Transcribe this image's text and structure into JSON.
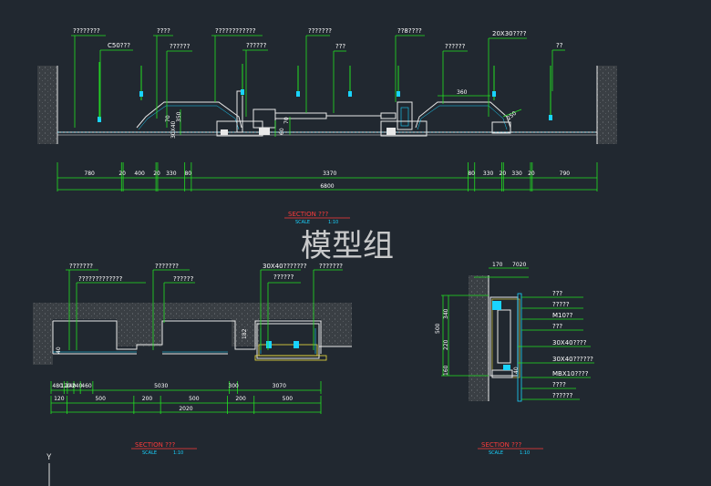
{
  "watermark": "模型组",
  "axis_label": "Y",
  "section1": {
    "labels": [
      "????????",
      "C50???",
      "????",
      "??????",
      "????????????",
      "??????",
      "???????",
      "???",
      "??8????",
      "??????",
      "20X30????",
      "??"
    ],
    "inner_dims": [
      "350",
      "360",
      "70",
      "60",
      "70",
      "250",
      "30X40"
    ],
    "dims": [
      "780",
      "20",
      "400",
      "20",
      "330",
      "80",
      "3370",
      "80",
      "330",
      "20",
      "330",
      "20",
      "790"
    ],
    "total": "6800",
    "title": "SECTION ???",
    "scale_word": "SCALE",
    "scale_value": "1:10"
  },
  "section2": {
    "labels": [
      "???????",
      "?????????????",
      "???????",
      "??????",
      "30X40???????",
      "???????",
      "??????"
    ],
    "inner_dims": [
      "40",
      "182"
    ],
    "dims_top": [
      "480",
      "120",
      "240",
      "240",
      "460",
      "5030",
      "300",
      "3070"
    ],
    "dims_bottom": [
      "120",
      "500",
      "200",
      "500",
      "200",
      "500"
    ],
    "total": "2020",
    "title": "SECTION ???",
    "scale_word": "SCALE",
    "scale_value": "1:10"
  },
  "section3": {
    "top_dims": [
      "170",
      "7020"
    ],
    "left_dims": [
      "500",
      "340",
      "220",
      "160"
    ],
    "inner_dims": [
      "40"
    ],
    "labels": [
      "???",
      "?????",
      "M10??",
      "???",
      "30X40????",
      "30X40??????",
      "MBX10????",
      "????",
      "??????"
    ],
    "title": "SECTION ???",
    "scale_word": "SCALE",
    "scale_value": "1:10"
  },
  "colors": {
    "background": "#212830",
    "leader": "#22e022",
    "cyan": "#19d3ff",
    "structure": "#e8e8e8",
    "title": "#ff3b3b",
    "fill": "#3a3f44",
    "yellow": "#f0e040"
  }
}
